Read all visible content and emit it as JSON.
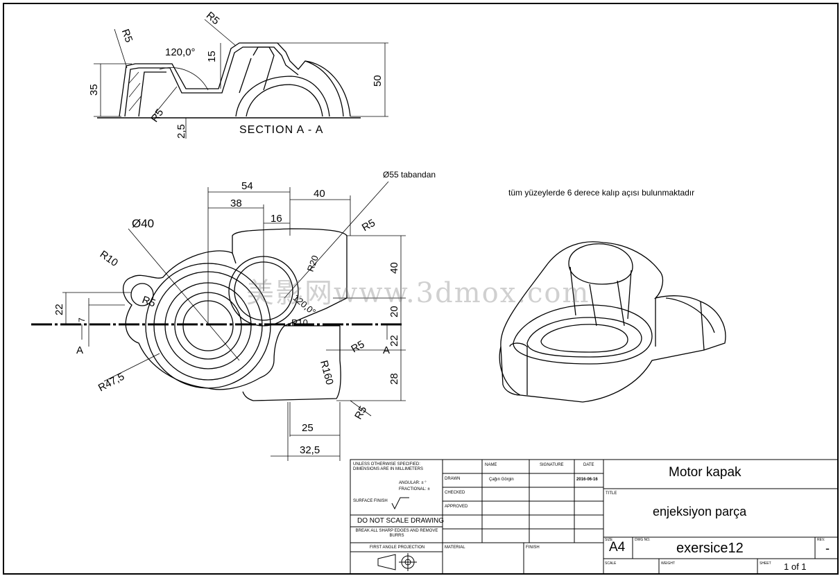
{
  "drawing": {
    "section_label": "SECTION A - A",
    "section_dims": [
      "R5",
      "R5",
      "120,0°",
      "15",
      "35",
      "R5",
      "2,5",
      "50"
    ],
    "plan_dims": {
      "top": [
        "54",
        "38",
        "16",
        "40"
      ],
      "left": [
        "Ø40",
        "R10",
        "R5",
        "22",
        "7",
        "A",
        "R47,5"
      ],
      "center": [
        "R20",
        "120,0°",
        "R10"
      ],
      "right": [
        "R5",
        "40",
        "20",
        "22",
        "A",
        "R5",
        "28",
        "R160",
        "R5"
      ],
      "bottom": [
        "25",
        "32,5"
      ]
    },
    "note_dia": "Ø55 tabandan",
    "note_draft": "tüm yüzeylerde 6 derece kalıp açısı bulunmaktadır",
    "watermark": "美影网www.3dmox.com"
  },
  "title_block": {
    "unless": "UNLESS OTHERWISE SPECIFIED:",
    "dims_mm": "DIMENSIONS ARE IN MILLIMETERS",
    "angular": "ANGULAR: ± °",
    "fractional": "FRACTIONAL: ±",
    "surface_finish": "SURFACE FINISH",
    "do_not_scale": "DO NOT SCALE DRAWING",
    "break_edges": "BREAK ALL SHARP EDGES AND REMOVE BURRS",
    "first_angle": "FIRST ANGLE PROJECTION",
    "material": "MATERIAL",
    "finish": "FINISH",
    "col_name": "NAME",
    "col_signature": "SIGNATURE",
    "col_date": "DATE",
    "row_drawn": "DRAWN",
    "row_checked": "CHECKED",
    "row_approved": "APPROVED",
    "drawn_name": "Çağın Görgin",
    "drawn_date": "2016-06-16",
    "company": "Motor kapak",
    "title_label": "TITLE",
    "title": "enjeksiyon parça",
    "size_label": "SIZE",
    "size": "A4",
    "dwg_label": "DWG NO.",
    "dwg_no": "exersice12",
    "rev_label": "REV.",
    "rev": "-",
    "scale_label": "SCALE",
    "weight_label": "WEIGHT",
    "sheet_label": "SHEET",
    "sheet": "1 of 1"
  }
}
